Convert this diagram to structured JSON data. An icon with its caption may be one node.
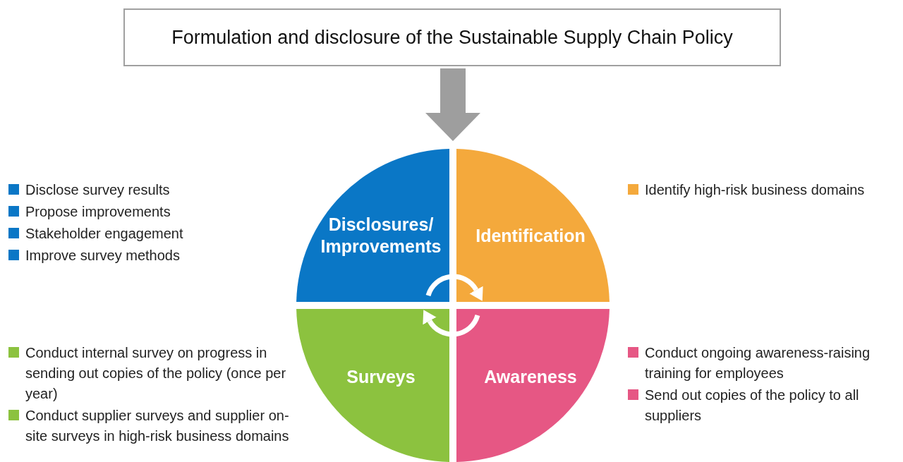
{
  "diagram": {
    "nodes": [
      {
        "text": [
          "Formulation and disclosure of the Sustainable Supply Chain Policy"
        ]
      },
      {
        "text": [],
        "shape": "circle"
      },
      {
        "text": [
          "Disclosures/ Improvements"
        ],
        "in": 1,
        "beside": [
          "Disclose survey results",
          "Propose improvements",
          "Stakeholder engagement",
          "Improve survey methods"
        ]
      },
      {
        "text": [
          "Identification"
        ],
        "in": 1,
        "beside": [
          "Identify high-risk business domains"
        ]
      },
      {
        "text": [
          "Awareness"
        ],
        "in": 1,
        "beside": [
          "Conduct ongoing awareness-raising training for employees",
          "Send out copies of the policy to all suppliers"
        ]
      },
      {
        "text": [
          "Surveys"
        ],
        "in": 1,
        "beside": [
          "Conduct internal survey on progress in sending out copies of the policy (once per year)",
          "Conduct supplier surveys and supplier on-site surveys in high-risk business domains"
        ]
      }
    ],
    "edges": [
      {
        "from": 0,
        "to": 1,
        "arrow": "to",
        "style": "thick",
        "color": "#9e9e9e"
      },
      {
        "from": 2,
        "to": 3,
        "arrow": "to",
        "color": "#ffffff"
      },
      {
        "from": 4,
        "to": 5,
        "arrow": "to",
        "color": "#ffffff"
      }
    ]
  }
}
